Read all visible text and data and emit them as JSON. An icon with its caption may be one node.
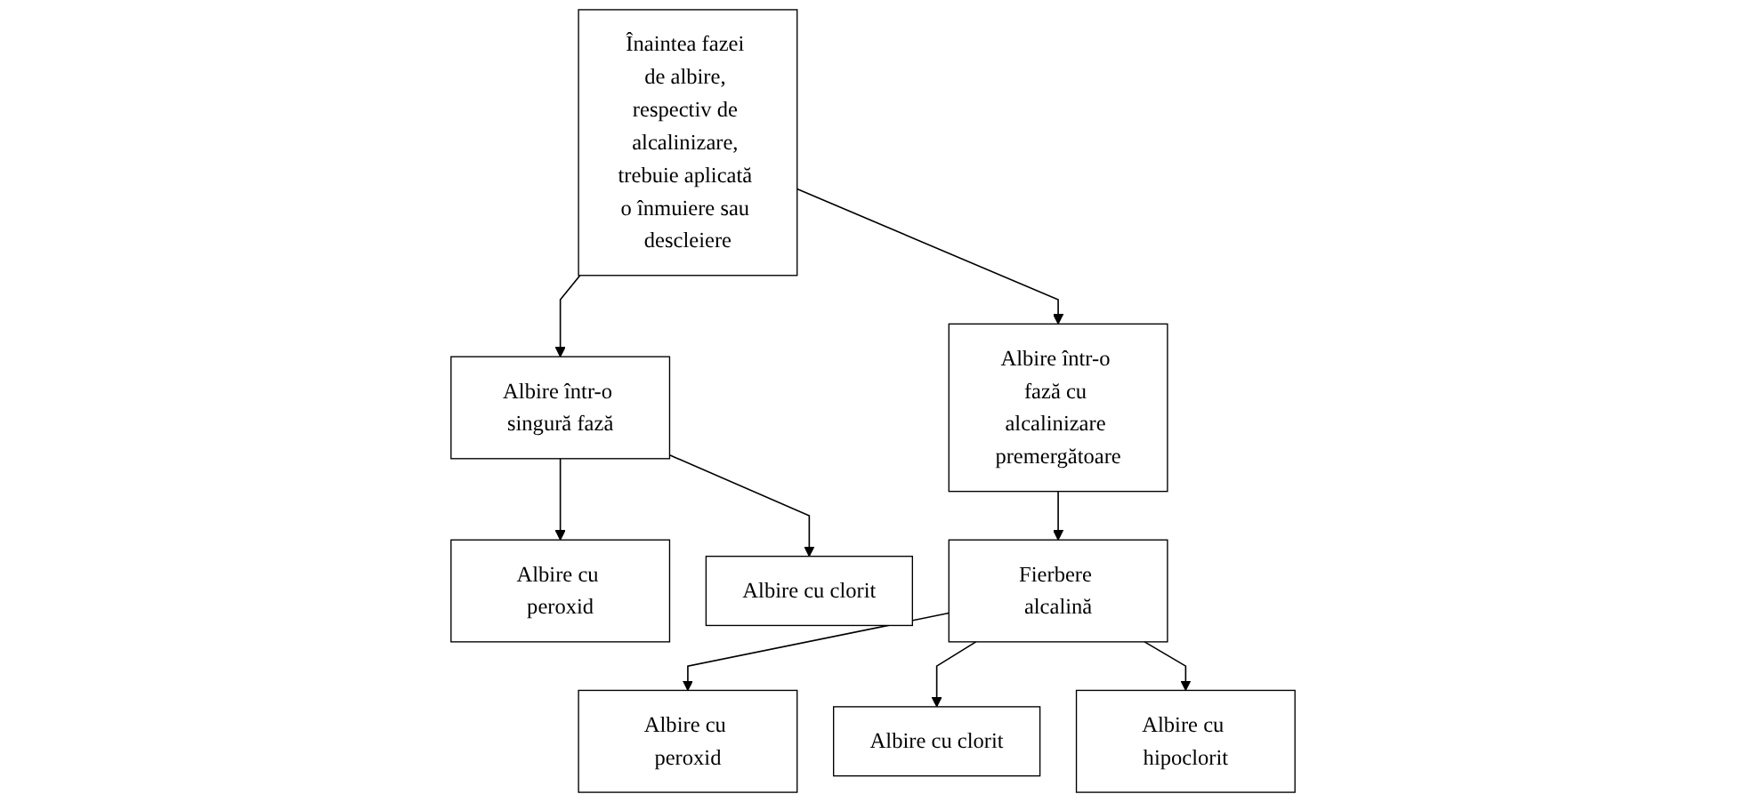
{
  "diagram": {
    "nodes": [
      {
        "text": [
          "Înaintea fazei de albire, respectiv de alcalinizare, trebuie aplicată o înmuiere sau descleiere"
        ]
      },
      {
        "text": [
          "Albire într-o singură fază"
        ]
      },
      {
        "text": [
          "Albire într-o fază cu alcalinizare premergătoare"
        ]
      },
      {
        "text": [
          "Albire cu peroxid"
        ]
      },
      {
        "text": [
          "Albire cu clorit"
        ]
      },
      {
        "text": [
          "Fierbere alcalină"
        ]
      },
      {
        "text": [
          "Albire cu peroxid"
        ]
      },
      {
        "text": [
          "Albire cu clorit"
        ]
      },
      {
        "text": [
          "Albire cu hipoclorit"
        ]
      }
    ],
    "edges": [
      {
        "from": 0,
        "to": 1,
        "arrow": "to"
      },
      {
        "from": 0,
        "to": 2,
        "arrow": "to"
      },
      {
        "from": 1,
        "to": 3,
        "arrow": "to"
      },
      {
        "from": 1,
        "to": 4,
        "arrow": "to"
      },
      {
        "from": 2,
        "to": 5,
        "arrow": "to"
      },
      {
        "from": 5,
        "to": 6,
        "arrow": "to"
      },
      {
        "from": 5,
        "to": 7,
        "arrow": "to"
      },
      {
        "from": 5,
        "to": 8,
        "arrow": "to"
      }
    ]
  }
}
